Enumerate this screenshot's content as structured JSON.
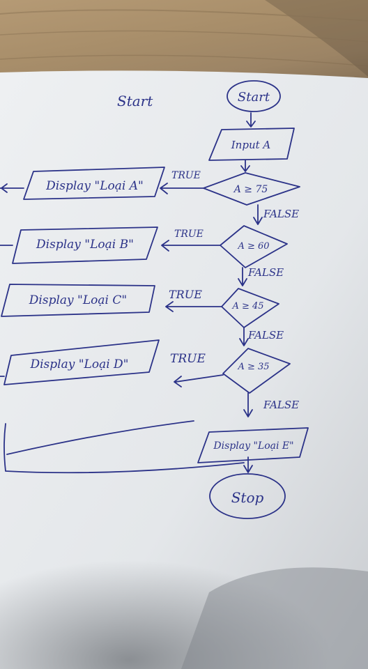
{
  "notebook": {
    "title": "Start",
    "start_label": "Start",
    "input_label": "Input A",
    "decisions": [
      {
        "condition": "A ≥ 75",
        "true_label": "TRUE",
        "false_label": "FALSE",
        "output": "Display \"Loại A\""
      },
      {
        "condition": "A ≥ 60",
        "true_label": "TRUE",
        "false_label": "FALSE",
        "output": "Display \"Loại B\""
      },
      {
        "condition": "A ≥ 45",
        "true_label": "TRUE",
        "false_label": "FALSE",
        "output": "Display \"Loại C\""
      },
      {
        "condition": "A ≥ 35",
        "true_label": "TRUE",
        "false_label": "FALSE",
        "output": "Display \"Loại D\""
      }
    ],
    "final_output": "Display \"Loại E\"",
    "stop_label": "Stop"
  },
  "colors": {
    "ink": "#2b3288",
    "paper": "#e9ecee",
    "desk": "#a88e6a"
  }
}
